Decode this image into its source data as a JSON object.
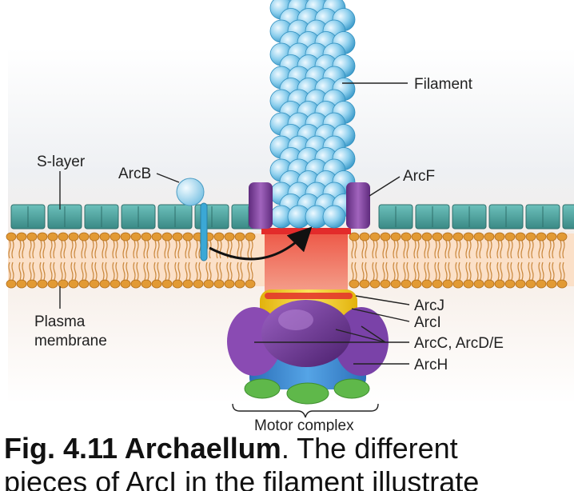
{
  "labels": {
    "filament": "Filament",
    "s_layer": "S-layer",
    "arcb": "ArcB",
    "arcf": "ArcF",
    "arcj": "ArcJ",
    "arci": "ArcI",
    "arcc_arcde": "ArcC, ArcD/E",
    "arch": "ArcH",
    "plasma_membrane_1": "Plasma",
    "plasma_membrane_2": "membrane",
    "motor_complex": "Motor complex"
  },
  "caption": {
    "fig_label": "Fig. 4.11 Archaellum",
    "text": ". The different",
    "line2": "pieces of ArcI in the filament illustrate"
  },
  "colors": {
    "filament_light": "#d4eef9",
    "filament_dark": "#3aa3d4",
    "s_layer": "#4a9e9a",
    "membrane_head": "#e0922a",
    "arcf": "#7e3f9a",
    "arcj": "#f2d01c",
    "arch": "#3a86d0",
    "arcc": "#5b2a82",
    "ring": "#66b84a"
  }
}
